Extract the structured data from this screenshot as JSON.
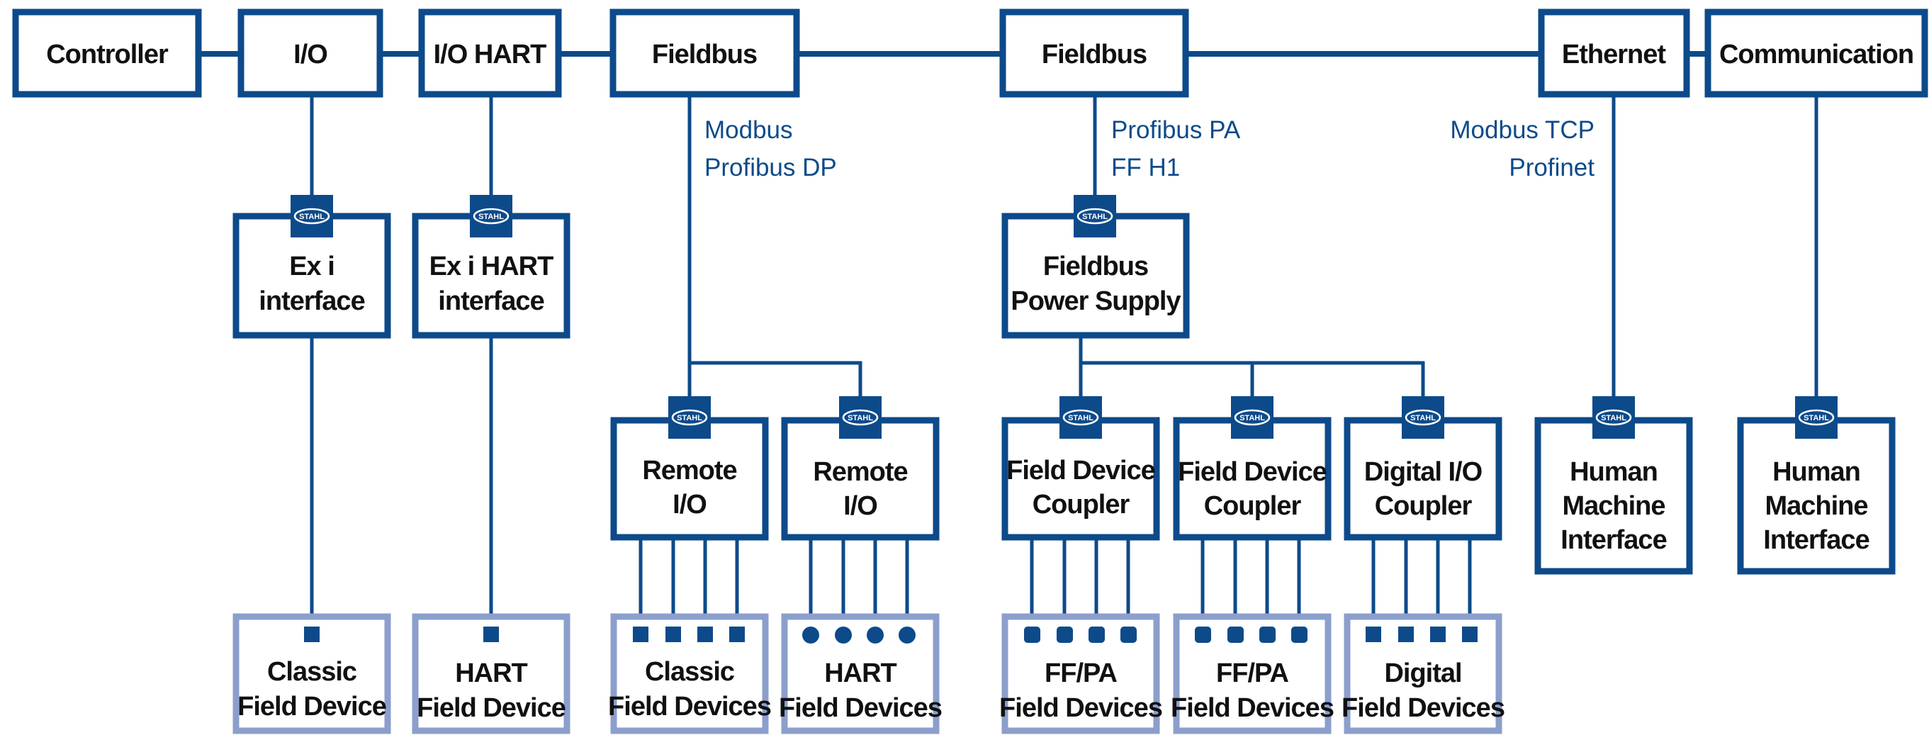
{
  "colors": {
    "primary": "#0d4a8a",
    "device_border": "#8c9fcc",
    "text": "#111111"
  },
  "top_row": {
    "controller": "Controller",
    "io": "I/O",
    "io_hart": "I/O HART",
    "fieldbus_1": "Fieldbus",
    "fieldbus_2": "Fieldbus",
    "ethernet": "Ethernet",
    "communication": "Communication"
  },
  "protocols": {
    "fieldbus_1": [
      "Modbus",
      "Profibus DP"
    ],
    "fieldbus_2": [
      "Profibus PA",
      "FF H1"
    ],
    "ethernet": [
      "Modbus TCP",
      "Profinet"
    ]
  },
  "badge": "STAHL",
  "interfaces": {
    "ex_i": [
      "Ex i",
      "interface"
    ],
    "ex_i_hart": [
      "Ex i HART",
      "interface"
    ],
    "fieldbus_power_supply": [
      "Fieldbus",
      "Power Supply"
    ]
  },
  "modules": {
    "remote_io_1": [
      "Remote",
      "I/O"
    ],
    "remote_io_2": [
      "Remote",
      "I/O"
    ],
    "field_device_coupler_1": [
      "Field Device",
      "Coupler"
    ],
    "field_device_coupler_2": [
      "Field Device",
      "Coupler"
    ],
    "digital_io_coupler": [
      "Digital I/O",
      "Coupler"
    ],
    "hmi_1": [
      "Human",
      "Machine",
      "Interface"
    ],
    "hmi_2": [
      "Human",
      "Machine",
      "Interface"
    ]
  },
  "devices": {
    "classic_field_device": [
      "Classic",
      "Field Device"
    ],
    "hart_field_device": [
      "HART",
      "Field Device"
    ],
    "classic_field_devices": [
      "Classic",
      "Field Devices"
    ],
    "hart_field_devices": [
      "HART",
      "Field Devices"
    ],
    "ffpa_field_devices_1": [
      "FF/PA",
      "Field Devices"
    ],
    "ffpa_field_devices_2": [
      "FF/PA",
      "Field Devices"
    ],
    "digital_field_devices": [
      "Digital",
      "Field Devices"
    ]
  }
}
